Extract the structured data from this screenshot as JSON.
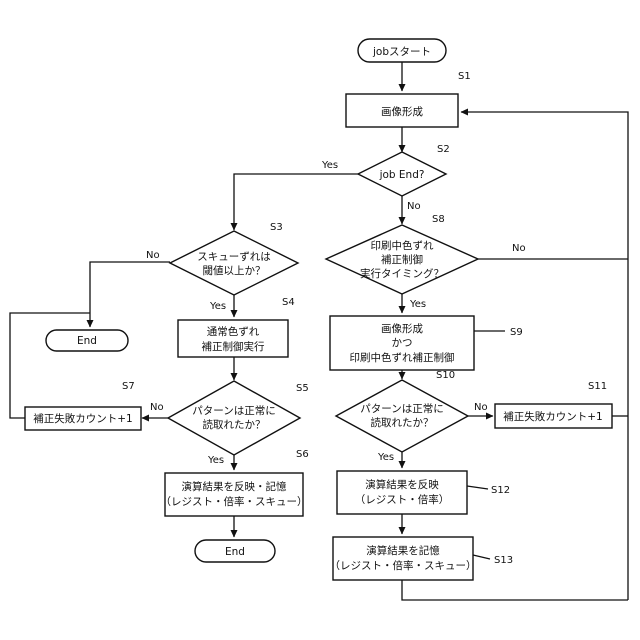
{
  "nodes": {
    "start": "jobスタート",
    "s1_box": "画像形成",
    "s2_dec": "job End?",
    "s3_dec": [
      "スキューずれは",
      "閾値以上か？"
    ],
    "s4_box": [
      "通常色ずれ",
      "補正制御実行"
    ],
    "s5_dec": [
      "パターンは正常に",
      "読取れたか？"
    ],
    "s6_box": [
      "演算結果を反映・記憶",
      "（レジスト・倍率・スキュー）"
    ],
    "s7_box": "補正失敗カウント+1",
    "end1": "End",
    "end2": "End",
    "s8_dec": [
      "印刷中色ずれ",
      "補正制御",
      "実行タイミング？"
    ],
    "s9_box": [
      "画像形成",
      "かつ",
      "印刷中色ずれ補正制御"
    ],
    "s10_dec": [
      "パターンは正常に",
      "読取れたか？"
    ],
    "s11_box": "補正失敗カウント+1",
    "s12_box": [
      "演算結果を反映",
      "（レジスト・倍率）"
    ],
    "s13_box": [
      "演算結果を記憶",
      "（レジスト・倍率・スキュー）"
    ]
  },
  "steps": {
    "s1": "S1",
    "s2": "S2",
    "s3": "S3",
    "s4": "S4",
    "s5": "S5",
    "s6": "S6",
    "s7": "S7",
    "s8": "S8",
    "s9": "S9",
    "s10": "S10",
    "s11": "S11",
    "s12": "S12",
    "s13": "S13"
  },
  "branches": {
    "s2_yes": "Yes",
    "s2_no": "No",
    "s3_yes": "Yes",
    "s3_no": "No",
    "s5_yes": "Yes",
    "s5_no": "No",
    "s8_yes": "Yes",
    "s8_no": "No",
    "s10_yes": "Yes",
    "s10_no": "No"
  }
}
